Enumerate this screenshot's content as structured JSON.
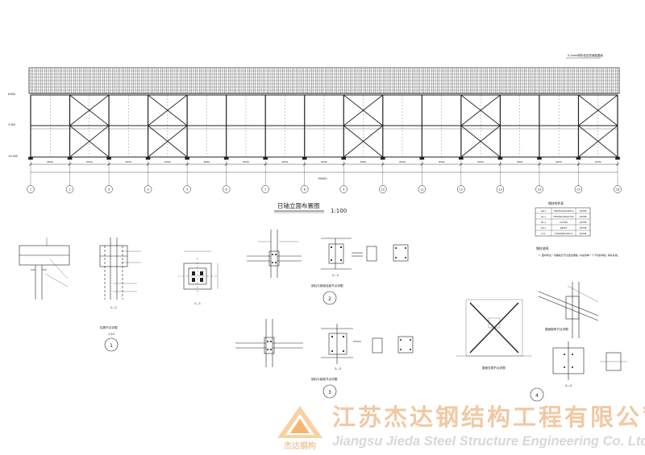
{
  "drawing": {
    "main_title": "日轴立面布置图",
    "main_scale": "1:100",
    "roof_note": "0.5mm厚彩色压型钢板屋面",
    "elevation_marks": [
      "±0.000",
      "3.300",
      "6.600"
    ],
    "bay_dims": [
      "6000",
      "6000",
      "6000",
      "6000",
      "6000",
      "6000",
      "6000",
      "6000",
      "6000",
      "6000",
      "6000",
      "6000",
      "6000",
      "6000",
      "6000"
    ],
    "total_dim": "90000",
    "grid_labels": [
      "1",
      "2",
      "3",
      "4",
      "5",
      "6",
      "7",
      "8",
      "9",
      "10",
      "11",
      "12",
      "13",
      "14",
      "15",
      "16"
    ],
    "table_title": "钢材构件表",
    "table_rows": [
      [
        "GZ-1",
        "HW250X250X9X14",
        "Q235B"
      ],
      [
        "GL-1",
        "HN300X150X6.5X9",
        "Q235B"
      ],
      [
        "ZC-1",
        "2L75X6",
        "Q235B"
      ],
      [
        "XG-1",
        "φ89X3",
        "Q235B"
      ],
      [
        "LT-1",
        "C160X60X20X2.5",
        "Q235B"
      ]
    ],
    "notes_title": "钢柱说明:",
    "notes_line": "1. 图中所注一切螺栓及节点连接钢板, 均采用单一个不同的焊接, 焊条采用。",
    "detail_titles": [
      "柱脚节点详图",
      "钢柱与钢梁连接节点详图",
      "钢柱与钢梁节点详图",
      "屋面檩条节点详图",
      "屋面支撑节点详图"
    ],
    "detail_numbers": [
      "1",
      "2",
      "3",
      "4"
    ],
    "section_marks": [
      "1—1",
      "2—2",
      "3—3",
      "4—4"
    ],
    "detail_scale": "1:10"
  },
  "company": {
    "name_cn": "江苏杰达钢结构工程有限公司",
    "name_en": "Jiangsu Jieda Steel Structure Engineering Co. Ltd.",
    "logo_text": "杰达钢构"
  },
  "colors": {
    "line": "#222222",
    "watermark_cn": "#f0c9a4",
    "watermark_en": "#d8d8d8",
    "logo_orange": "#f3a24a"
  }
}
